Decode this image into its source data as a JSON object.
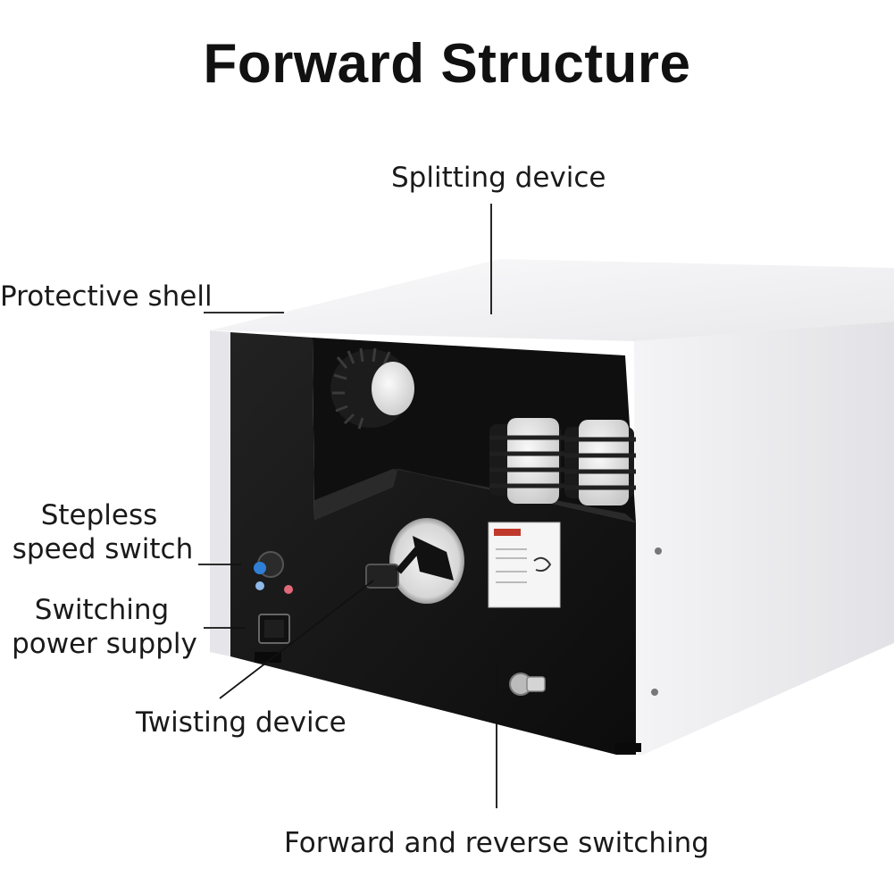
{
  "title": "Forward Structure",
  "labels": {
    "splitting_device": "Splitting device",
    "protective_shell": "Protective shell",
    "stepless_speed_switch_line1": "Stepless",
    "stepless_speed_switch_line2": "speed switch",
    "switching_power_supply_line1": "Switching",
    "switching_power_supply_line2": "power supply",
    "twisting_device": "Twisting device",
    "forward_reverse_switching": "Forward and reverse switching"
  },
  "colors": {
    "shell": "#f2f2f4",
    "panel": "#151515",
    "leader": "#111111",
    "warning_red": "#c0392b",
    "knob_blue": "#2f7fd6"
  },
  "icons": {
    "warning_label": "warning-sticker-icon",
    "power_switch": "rocker-switch-icon",
    "speed_knob": "knob-icon"
  }
}
